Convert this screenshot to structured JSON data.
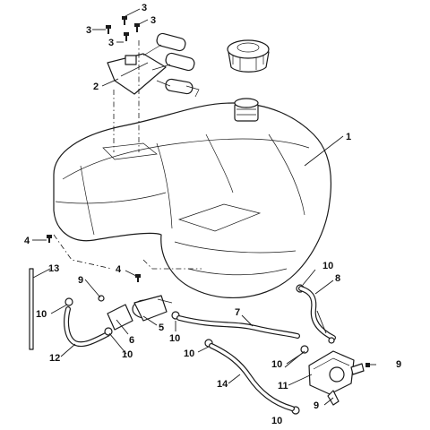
{
  "callouts": [
    {
      "id": "c1",
      "label": "1"
    },
    {
      "id": "c2",
      "label": "2"
    },
    {
      "id": "c3a",
      "label": "3"
    },
    {
      "id": "c3b",
      "label": "3"
    },
    {
      "id": "c3c",
      "label": "3"
    },
    {
      "id": "c3d",
      "label": "3"
    },
    {
      "id": "c4a",
      "label": "4"
    },
    {
      "id": "c4b",
      "label": "4"
    },
    {
      "id": "c5",
      "label": "5"
    },
    {
      "id": "c6",
      "label": "6"
    },
    {
      "id": "c7",
      "label": "7"
    },
    {
      "id": "c8",
      "label": "8"
    },
    {
      "id": "c9a",
      "label": "9"
    },
    {
      "id": "c9b",
      "label": "9"
    },
    {
      "id": "c9c",
      "label": "9"
    },
    {
      "id": "c10a",
      "label": "10"
    },
    {
      "id": "c10b",
      "label": "10"
    },
    {
      "id": "c10c",
      "label": "10"
    },
    {
      "id": "c10d",
      "label": "10"
    },
    {
      "id": "c10e",
      "label": "10"
    },
    {
      "id": "c10f",
      "label": "10"
    },
    {
      "id": "c10g",
      "label": "10"
    },
    {
      "id": "c11",
      "label": "11"
    },
    {
      "id": "c12",
      "label": "12"
    },
    {
      "id": "c13",
      "label": "13"
    },
    {
      "id": "c14",
      "label": "14"
    }
  ]
}
